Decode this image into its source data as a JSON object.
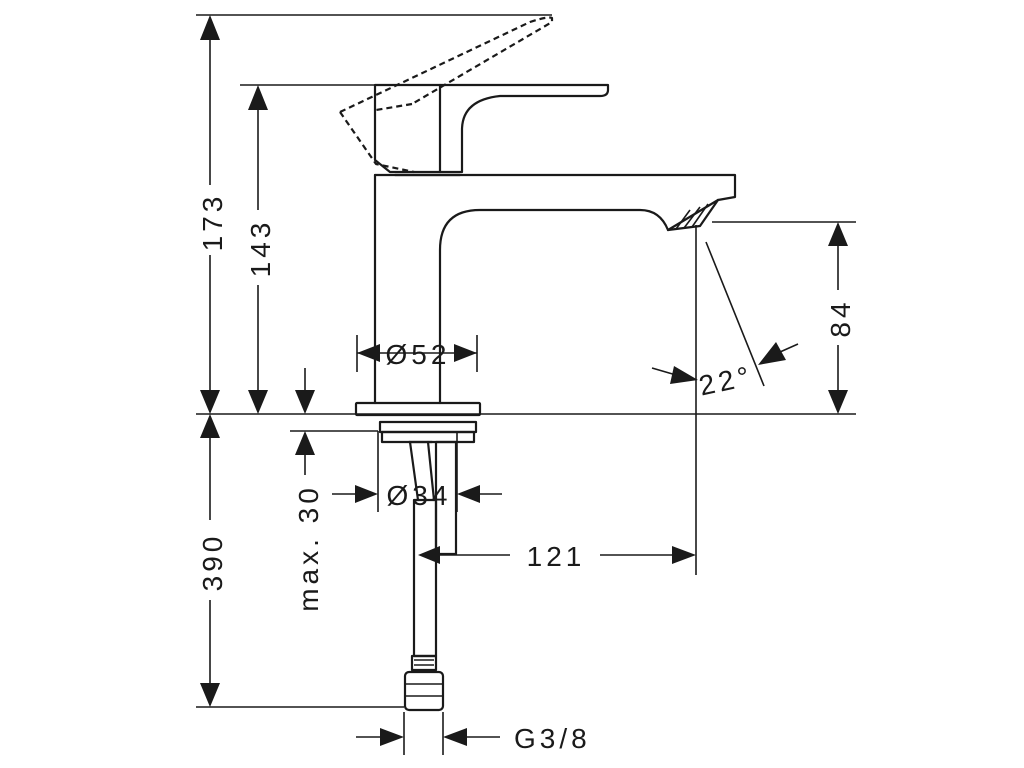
{
  "dimensions": {
    "overall_height": "173",
    "lever_height": "143",
    "base_diameter": "Ø52",
    "spout_height": "84",
    "spray_angle": "22°",
    "shank_diameter": "Ø34",
    "counter_thickness": "max. 30",
    "hose_length": "390",
    "projection": "121",
    "connection_thread": "G3/8"
  }
}
